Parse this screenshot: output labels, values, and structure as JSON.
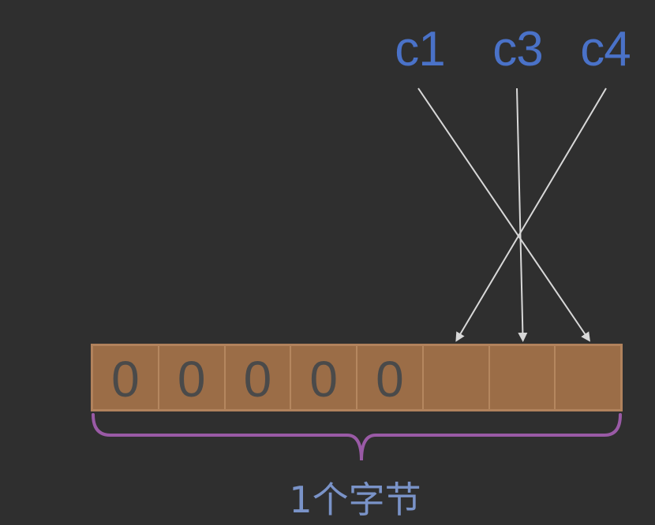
{
  "pointers": [
    {
      "label": "c1",
      "target_bit": 7
    },
    {
      "label": "c3",
      "target_bit": 6
    },
    {
      "label": "c4",
      "target_bit": 5
    }
  ],
  "bits": [
    "0",
    "0",
    "0",
    "0",
    "0",
    "",
    "",
    ""
  ],
  "brace_label": "1个字节",
  "colors": {
    "background": "#2f2f2f",
    "cell_fill": "#9b6d47",
    "cell_border": "#b1825c",
    "pointer_label": "#4a72c8",
    "arrow": "#d8d8d8",
    "brace": "#9a5aa6",
    "caption": "#7a93c8"
  }
}
